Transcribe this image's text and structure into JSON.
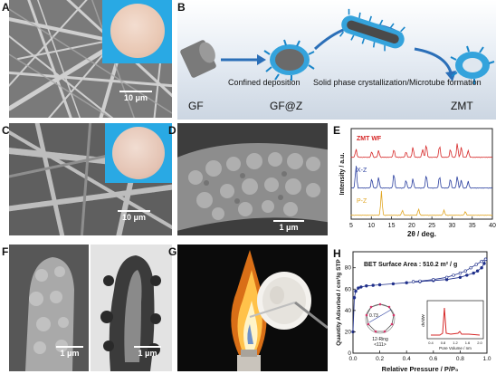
{
  "panel_labels": {
    "a": "A",
    "b": "B",
    "c": "C",
    "d": "D",
    "e": "E",
    "f": "F",
    "g": "G",
    "h": "H"
  },
  "panel_a": {
    "scale": "10 μm"
  },
  "panel_b": {
    "step1": "Confined deposition",
    "step2": "Solid phase crystallization/Microtube formation",
    "label_gf": "GF",
    "label_gfz": "GF@Z",
    "label_zmt": "ZMT"
  },
  "panel_c": {
    "scale": "10 μm"
  },
  "panel_d": {
    "scale": "1 μm"
  },
  "panel_e": {
    "ylabel": "Intensity / a.u.",
    "xlabel": "2θ / deg.",
    "ticks": [
      "5",
      "10",
      "15",
      "20",
      "25",
      "30",
      "35",
      "40"
    ],
    "series": {
      "zmt": "ZMT WF",
      "xz": "X-Z",
      "pz": "P-Z"
    }
  },
  "panel_f": {
    "scale_left": "1 μm",
    "scale_right": "1 μm"
  },
  "panel_h": {
    "ylabel": "Quantity Adsorbed / cm³/g STP",
    "xlabel": "Relative Pressure / P/P₀",
    "bet": "BET Surface Area : 510.2 m² / g",
    "xticks": [
      "0.0",
      "0.2",
      "0.4",
      "0.6",
      "0.8",
      "1.0"
    ],
    "yticks": [
      "0",
      "20",
      "40",
      "60",
      "80"
    ],
    "ring_label": "12-Ring",
    "ring_sub": "<111>",
    "ring_size": "0.73",
    "inset_ylabel": "dV/dW",
    "inset_xlabel": "Pore Volume / nm",
    "inset_xticks": [
      "0.4",
      "0.8",
      "1.2",
      "1.6",
      "2.0"
    ]
  },
  "chart_data": [
    {
      "type": "line",
      "xlabel": "2θ / deg.",
      "ylabel": "Intensity / a.u.",
      "xlim": [
        5,
        40
      ],
      "series": [
        {
          "name": "ZMT WF",
          "color": "#d62828",
          "peaks": [
            [
              6.2,
              0.35
            ],
            [
              10.1,
              0.25
            ],
            [
              11.8,
              0.3
            ],
            [
              15.6,
              0.35
            ],
            [
              18.6,
              0.25
            ],
            [
              20.3,
              0.45
            ],
            [
              22.7,
              0.35
            ],
            [
              23.6,
              0.55
            ],
            [
              26.9,
              0.5
            ],
            [
              29.6,
              0.35
            ],
            [
              31.3,
              0.6
            ],
            [
              32.3,
              0.45
            ],
            [
              34.0,
              0.3
            ]
          ]
        },
        {
          "name": "X-Z",
          "color": "#2a3f9f",
          "peaks": [
            [
              6.2,
              0.85
            ],
            [
              10.1,
              0.35
            ],
            [
              11.8,
              0.4
            ],
            [
              15.6,
              0.55
            ],
            [
              18.6,
              0.3
            ],
            [
              20.3,
              0.35
            ],
            [
              23.6,
              0.5
            ],
            [
              26.9,
              0.45
            ],
            [
              29.6,
              0.35
            ],
            [
              31.3,
              0.45
            ],
            [
              32.3,
              0.3
            ],
            [
              34.0,
              0.25
            ]
          ]
        },
        {
          "name": "P-Z",
          "color": "#e1a623",
          "peaks": [
            [
              12.5,
              0.95
            ],
            [
              17.7,
              0.2
            ],
            [
              21.7,
              0.25
            ],
            [
              28.0,
              0.2
            ],
            [
              33.3,
              0.15
            ]
          ]
        }
      ]
    },
    {
      "type": "line",
      "title": "BET Surface Area : 510.2 m² / g",
      "xlabel": "Relative Pressure / P/P₀",
      "ylabel": "Quantity Adsorbed / cm³/g STP",
      "xlim": [
        0,
        1
      ],
      "ylim": [
        0,
        95
      ],
      "series": [
        {
          "name": "adsorption",
          "color": "#1f2f8a",
          "x": [
            0.0,
            0.01,
            0.02,
            0.04,
            0.06,
            0.1,
            0.15,
            0.2,
            0.3,
            0.4,
            0.5,
            0.6,
            0.7,
            0.8,
            0.85,
            0.9,
            0.93,
            0.96,
            0.98,
            0.99
          ],
          "y": [
            20,
            52,
            58,
            61,
            62,
            63,
            63.5,
            64,
            65,
            66,
            67,
            68,
            69,
            71,
            73,
            75,
            77,
            80,
            84,
            88
          ]
        },
        {
          "name": "desorption",
          "color": "#1f2f8a",
          "x": [
            0.99,
            0.96,
            0.92,
            0.88,
            0.84,
            0.8,
            0.75,
            0.7,
            0.6,
            0.5,
            0.45
          ],
          "y": [
            88,
            86,
            83,
            80,
            77,
            75,
            73,
            71,
            69,
            67.5,
            67
          ]
        }
      ]
    }
  ]
}
